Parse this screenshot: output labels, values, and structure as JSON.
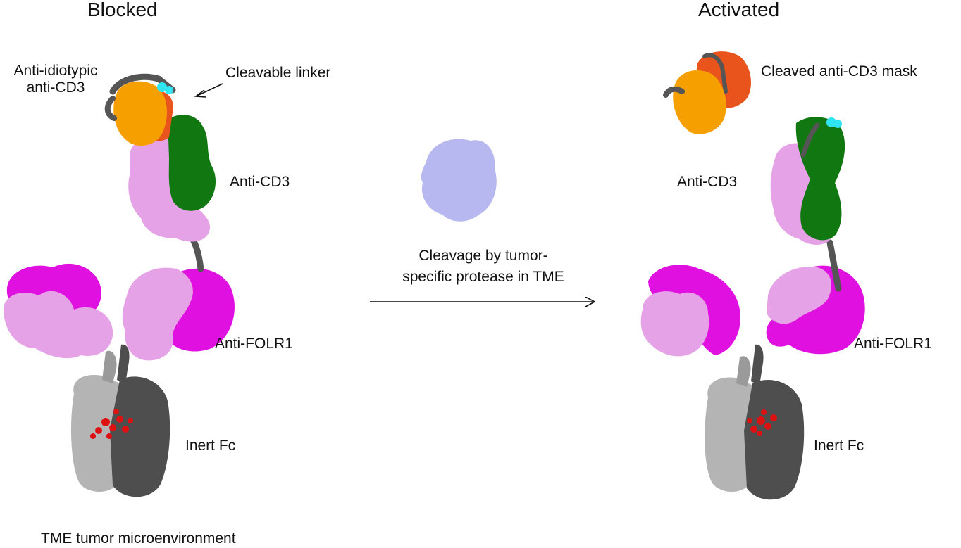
{
  "panels": {
    "blocked": {
      "title": "Blocked",
      "labels": {
        "anti_idiotypic_line1": "Anti-idiotypic",
        "anti_idiotypic_line2": "anti-CD3",
        "cleavable_linker": "Cleavable linker",
        "anti_cd3": "Anti-CD3",
        "anti_folr1": "Anti-FOLR1",
        "inert_fc": "Inert Fc"
      }
    },
    "activated": {
      "title": "Activated",
      "labels": {
        "cleaved_mask": "Cleaved anti-CD3 mask",
        "anti_cd3": "Anti-CD3",
        "anti_folr1": "Anti-FOLR1",
        "inert_fc": "Inert Fc"
      }
    }
  },
  "transition": {
    "line1": "Cleavage by tumor-",
    "line2": "specific protease in TME"
  },
  "footnote": "TME tumor microenvironment",
  "colors": {
    "mask_orange": "#F5A000",
    "mask_redorange": "#E8541C",
    "linker_cyan": "#2EE6F2",
    "linker_gray": "#555555",
    "anti_cd3_green": "#117711",
    "light_pink": "#E6A2E6",
    "magenta": "#E010E0",
    "fc_light_gray": "#B4B4B4",
    "fc_dark_gray": "#4E4E4E",
    "glycan_red": "#DD1111",
    "protease_lavender": "#B8B8F0",
    "arrow": "#111111"
  }
}
